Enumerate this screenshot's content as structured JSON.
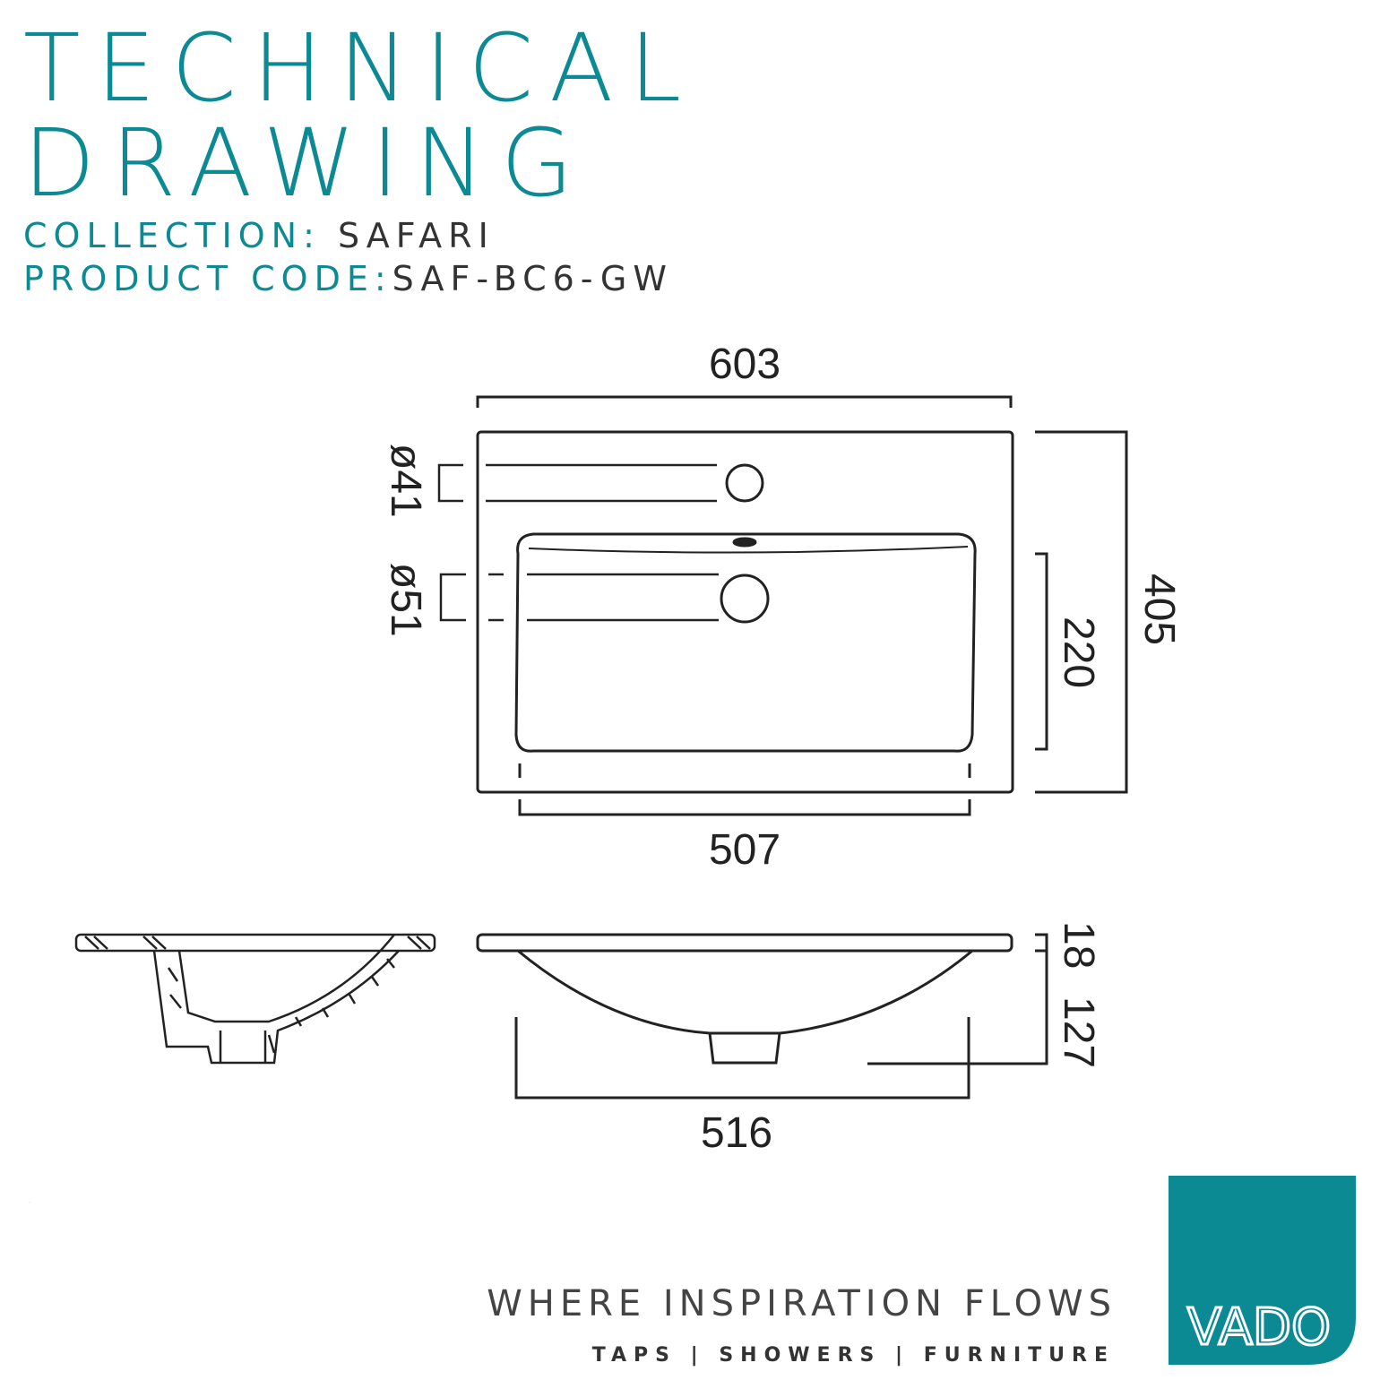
{
  "header": {
    "title_line1": "TECHNICAL",
    "title_line2": "DRAWING",
    "collection_label": "COLLECTION:",
    "collection_value": "SAFARI",
    "product_code_label": "PRODUCT CODE:",
    "product_code_value": "SAF-BC6-GW"
  },
  "dimensions": {
    "overall_width": "603",
    "overall_depth": "405",
    "bowl_depth": "220",
    "bowl_width": "507",
    "tap_hole": "ø41",
    "waste_hole": "ø51",
    "rim_thickness": "18",
    "bowl_height": "127",
    "bowl_base_width": "516"
  },
  "footer": {
    "tagline": "WHERE INSPIRATION FLOWS",
    "subline": "TAPS | SHOWERS | FURNITURE",
    "logo_text": "VADO"
  },
  "colors": {
    "brand": "#0b8a94",
    "line": "#222222"
  }
}
